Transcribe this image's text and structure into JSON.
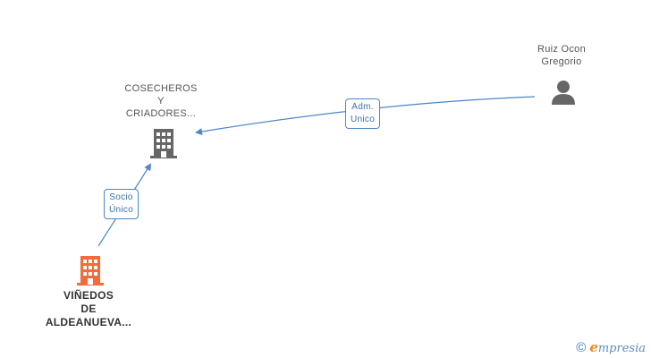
{
  "nodes": {
    "company_top": {
      "label_lines": [
        "COSECHEROS",
        "Y",
        "CRIADORES..."
      ],
      "icon": "building-icon",
      "color": "#666666"
    },
    "company_main": {
      "label_lines": [
        "VIÑEDOS",
        "DE",
        "ALDEANUEVA..."
      ],
      "icon": "building-icon",
      "color": "#f26b3a"
    },
    "person": {
      "label_lines": [
        "Ruiz Ocon",
        "Gregorio"
      ],
      "icon": "person-icon",
      "color": "#666666"
    }
  },
  "edges": {
    "adm": {
      "label_lines": [
        "Adm.",
        "Unico"
      ],
      "from": "person",
      "to": "company_top"
    },
    "socio": {
      "label_lines": [
        "Socio",
        "Único"
      ],
      "from": "company_main",
      "to": "company_top"
    }
  },
  "colors": {
    "edge": "#4a86c8"
  },
  "watermark": {
    "copyright": "©",
    "brand_initial": "e",
    "brand_rest": "mpresia"
  }
}
